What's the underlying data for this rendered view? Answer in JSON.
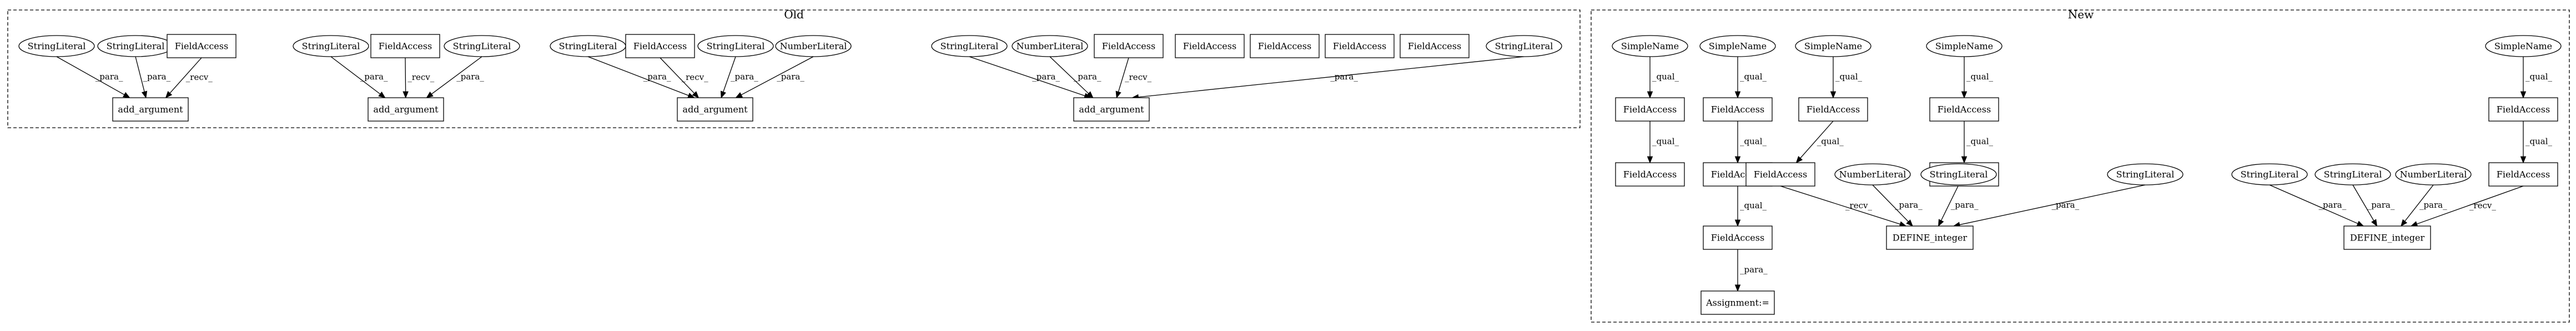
{
  "clusters": [
    {
      "id": "old",
      "label": "Old"
    },
    {
      "id": "new",
      "label": "New"
    }
  ],
  "nodes": [
    {
      "id": "o_sl1",
      "label": "StringLiteral",
      "shape": "ellipse"
    },
    {
      "id": "o_sl2",
      "label": "StringLiteral",
      "shape": "ellipse"
    },
    {
      "id": "o_fa1",
      "label": "FieldAccess",
      "shape": "box"
    },
    {
      "id": "o_add1",
      "label": "add_argument",
      "shape": "box"
    },
    {
      "id": "o_sl3",
      "label": "StringLiteral",
      "shape": "ellipse"
    },
    {
      "id": "o_fa2",
      "label": "FieldAccess",
      "shape": "box"
    },
    {
      "id": "o_sl4",
      "label": "StringLiteral",
      "shape": "ellipse"
    },
    {
      "id": "o_add2",
      "label": "add_argument",
      "shape": "box"
    },
    {
      "id": "o_sl5",
      "label": "StringLiteral",
      "shape": "ellipse"
    },
    {
      "id": "o_fa3",
      "label": "FieldAccess",
      "shape": "box"
    },
    {
      "id": "o_sl6",
      "label": "StringLiteral",
      "shape": "ellipse"
    },
    {
      "id": "o_nl1",
      "label": "NumberLiteral",
      "shape": "ellipse"
    },
    {
      "id": "o_add3",
      "label": "add_argument",
      "shape": "box"
    },
    {
      "id": "o_sl7",
      "label": "StringLiteral",
      "shape": "ellipse"
    },
    {
      "id": "o_nl2",
      "label": "NumberLiteral",
      "shape": "ellipse"
    },
    {
      "id": "o_fa4",
      "label": "FieldAccess",
      "shape": "box"
    },
    {
      "id": "o_fa5",
      "label": "FieldAccess",
      "shape": "box"
    },
    {
      "id": "o_fa6",
      "label": "FieldAccess",
      "shape": "box"
    },
    {
      "id": "o_fa7",
      "label": "FieldAccess",
      "shape": "box"
    },
    {
      "id": "o_fa8",
      "label": "FieldAccess",
      "shape": "box"
    },
    {
      "id": "o_sl8",
      "label": "StringLiteral",
      "shape": "ellipse"
    },
    {
      "id": "o_add4",
      "label": "add_argument",
      "shape": "box"
    },
    {
      "id": "n_sn1",
      "label": "SimpleName",
      "shape": "ellipse"
    },
    {
      "id": "n_fa1",
      "label": "FieldAccess",
      "shape": "box"
    },
    {
      "id": "n_fa1b",
      "label": "FieldAccess",
      "shape": "box"
    },
    {
      "id": "n_sn2",
      "label": "SimpleName",
      "shape": "ellipse"
    },
    {
      "id": "n_fa2",
      "label": "FieldAccess",
      "shape": "box"
    },
    {
      "id": "n_fa2b",
      "label": "FieldAccess",
      "shape": "box"
    },
    {
      "id": "n_fa2c",
      "label": "FieldAccess",
      "shape": "box"
    },
    {
      "id": "n_assign",
      "label": "Assignment:=",
      "shape": "box"
    },
    {
      "id": "n_sn3",
      "label": "SimpleName",
      "shape": "ellipse"
    },
    {
      "id": "n_fa3",
      "label": "FieldAccess",
      "shape": "box"
    },
    {
      "id": "n_fa3b",
      "label": "FieldAccess",
      "shape": "box"
    },
    {
      "id": "n_sn4",
      "label": "SimpleName",
      "shape": "ellipse"
    },
    {
      "id": "n_fa4",
      "label": "FieldAccess",
      "shape": "box"
    },
    {
      "id": "n_fa4b",
      "label": "FieldAccess",
      "shape": "box"
    },
    {
      "id": "n_nl1",
      "label": "NumberLiteral",
      "shape": "ellipse"
    },
    {
      "id": "n_sl1",
      "label": "StringLiteral",
      "shape": "ellipse"
    },
    {
      "id": "n_sl2",
      "label": "StringLiteral",
      "shape": "ellipse"
    },
    {
      "id": "n_def1",
      "label": "DEFINE_integer",
      "shape": "box"
    },
    {
      "id": "n_sl3",
      "label": "StringLiteral",
      "shape": "ellipse"
    },
    {
      "id": "n_sl4",
      "label": "StringLiteral",
      "shape": "ellipse"
    },
    {
      "id": "n_nl2",
      "label": "NumberLiteral",
      "shape": "ellipse"
    },
    {
      "id": "n_sn5",
      "label": "SimpleName",
      "shape": "ellipse"
    },
    {
      "id": "n_fa5",
      "label": "FieldAccess",
      "shape": "box"
    },
    {
      "id": "n_fa5b",
      "label": "FieldAccess",
      "shape": "box"
    },
    {
      "id": "n_def2",
      "label": "DEFINE_integer",
      "shape": "box"
    }
  ],
  "edges": [
    {
      "from": "o_sl1",
      "to": "o_add1",
      "label": "_para_"
    },
    {
      "from": "o_sl2",
      "to": "o_add1",
      "label": "_para_"
    },
    {
      "from": "o_fa1",
      "to": "o_add1",
      "label": "_recv_"
    },
    {
      "from": "o_sl3",
      "to": "o_add2",
      "label": "_para_"
    },
    {
      "from": "o_fa2",
      "to": "o_add2",
      "label": "_recv_"
    },
    {
      "from": "o_sl4",
      "to": "o_add2",
      "label": "_para_"
    },
    {
      "from": "o_sl5",
      "to": "o_add3",
      "label": "_para_"
    },
    {
      "from": "o_fa3",
      "to": "o_add3",
      "label": "_recv_"
    },
    {
      "from": "o_sl6",
      "to": "o_add3",
      "label": "_para_"
    },
    {
      "from": "o_nl1",
      "to": "o_add3",
      "label": "_para_"
    },
    {
      "from": "o_sl7",
      "to": "o_add4",
      "label": "_para_"
    },
    {
      "from": "o_nl2",
      "to": "o_add4",
      "label": "_para_"
    },
    {
      "from": "o_fa4",
      "to": "o_add4",
      "label": "_recv_"
    },
    {
      "from": "o_sl8",
      "to": "o_add4",
      "label": "_para_"
    },
    {
      "from": "n_sn1",
      "to": "n_fa1",
      "label": "_qual_"
    },
    {
      "from": "n_fa1",
      "to": "n_fa1b",
      "label": "_qual_"
    },
    {
      "from": "n_sn2",
      "to": "n_fa2",
      "label": "_qual_"
    },
    {
      "from": "n_fa2",
      "to": "n_fa2b",
      "label": "_qual_"
    },
    {
      "from": "n_fa2b",
      "to": "n_fa2c",
      "label": "_qual_"
    },
    {
      "from": "n_fa2c",
      "to": "n_assign",
      "label": "_para_"
    },
    {
      "from": "n_sn3",
      "to": "n_fa3",
      "label": "_qual_"
    },
    {
      "from": "n_fa3",
      "to": "n_fa3b",
      "label": "_qual_"
    },
    {
      "from": "n_sn4",
      "to": "n_fa4",
      "label": "_qual_"
    },
    {
      "from": "n_fa4",
      "to": "n_fa4b",
      "label": "_qual_"
    },
    {
      "from": "n_fa3b",
      "to": "n_def1",
      "label": "_recv_"
    },
    {
      "from": "n_nl1",
      "to": "n_def1",
      "label": "_para_"
    },
    {
      "from": "n_sl1",
      "to": "n_def1",
      "label": "_para_"
    },
    {
      "from": "n_sl2",
      "to": "n_def1",
      "label": "_para_"
    },
    {
      "from": "n_sn5",
      "to": "n_fa5",
      "label": "_qual_"
    },
    {
      "from": "n_fa5",
      "to": "n_fa5b",
      "label": "_qual_"
    },
    {
      "from": "n_sl3",
      "to": "n_def2",
      "label": "_para_"
    },
    {
      "from": "n_sl4",
      "to": "n_def2",
      "label": "_para_"
    },
    {
      "from": "n_nl2",
      "to": "n_def2",
      "label": "_para_"
    },
    {
      "from": "n_fa5b",
      "to": "n_def2",
      "label": "_recv_"
    }
  ]
}
